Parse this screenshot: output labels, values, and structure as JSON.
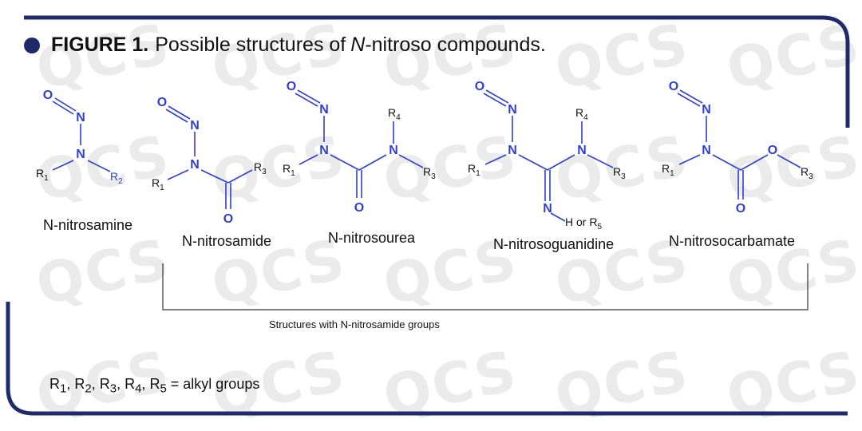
{
  "figure": {
    "label": "FIGURE 1.",
    "text_before": "Possible structures of",
    "italic": "N",
    "text_after": "-nitroso compounds."
  },
  "structures": [
    {
      "name": "N-nitrosamine"
    },
    {
      "name": "N-nitrosamide"
    },
    {
      "name": "N-nitrosourea"
    },
    {
      "name": "N-nitrosoguanidine"
    },
    {
      "name": "N-nitrosocarbamate"
    }
  ],
  "bracket_label": "Structures with N-nitrosamide groups",
  "legend": {
    "text": "R1, R2, R3, R4, R5 = alkyl groups",
    "subscripts": [
      "1",
      "2",
      "3",
      "4",
      "5"
    ],
    "suffix": " = alkyl groups"
  },
  "atoms": {
    "O": "O",
    "N": "N",
    "R": "R",
    "or": "or",
    "H": "H"
  },
  "watermark": "QCS",
  "colors": {
    "bond_blue": "#2f3fd0",
    "frame_navy": "#1f2a6b",
    "text": "#111111",
    "watermark": "#ebebeb"
  }
}
